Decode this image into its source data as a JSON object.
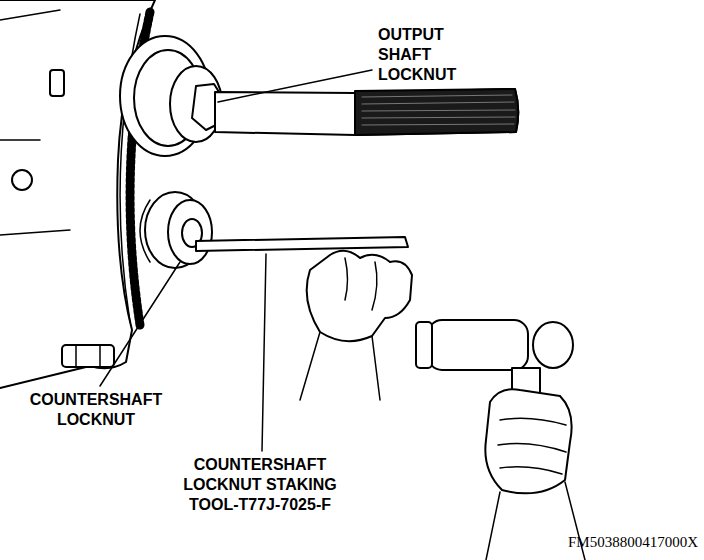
{
  "diagram": {
    "labels": [
      "OUTPUT SHAFT LOCKNUT",
      "COUNTERSHAFT LOCKNUT",
      "COUNTERSHAFT LOCKNUT STAKING TOOL-T77J-7025-F",
      "FM5038800417000X"
    ]
  }
}
